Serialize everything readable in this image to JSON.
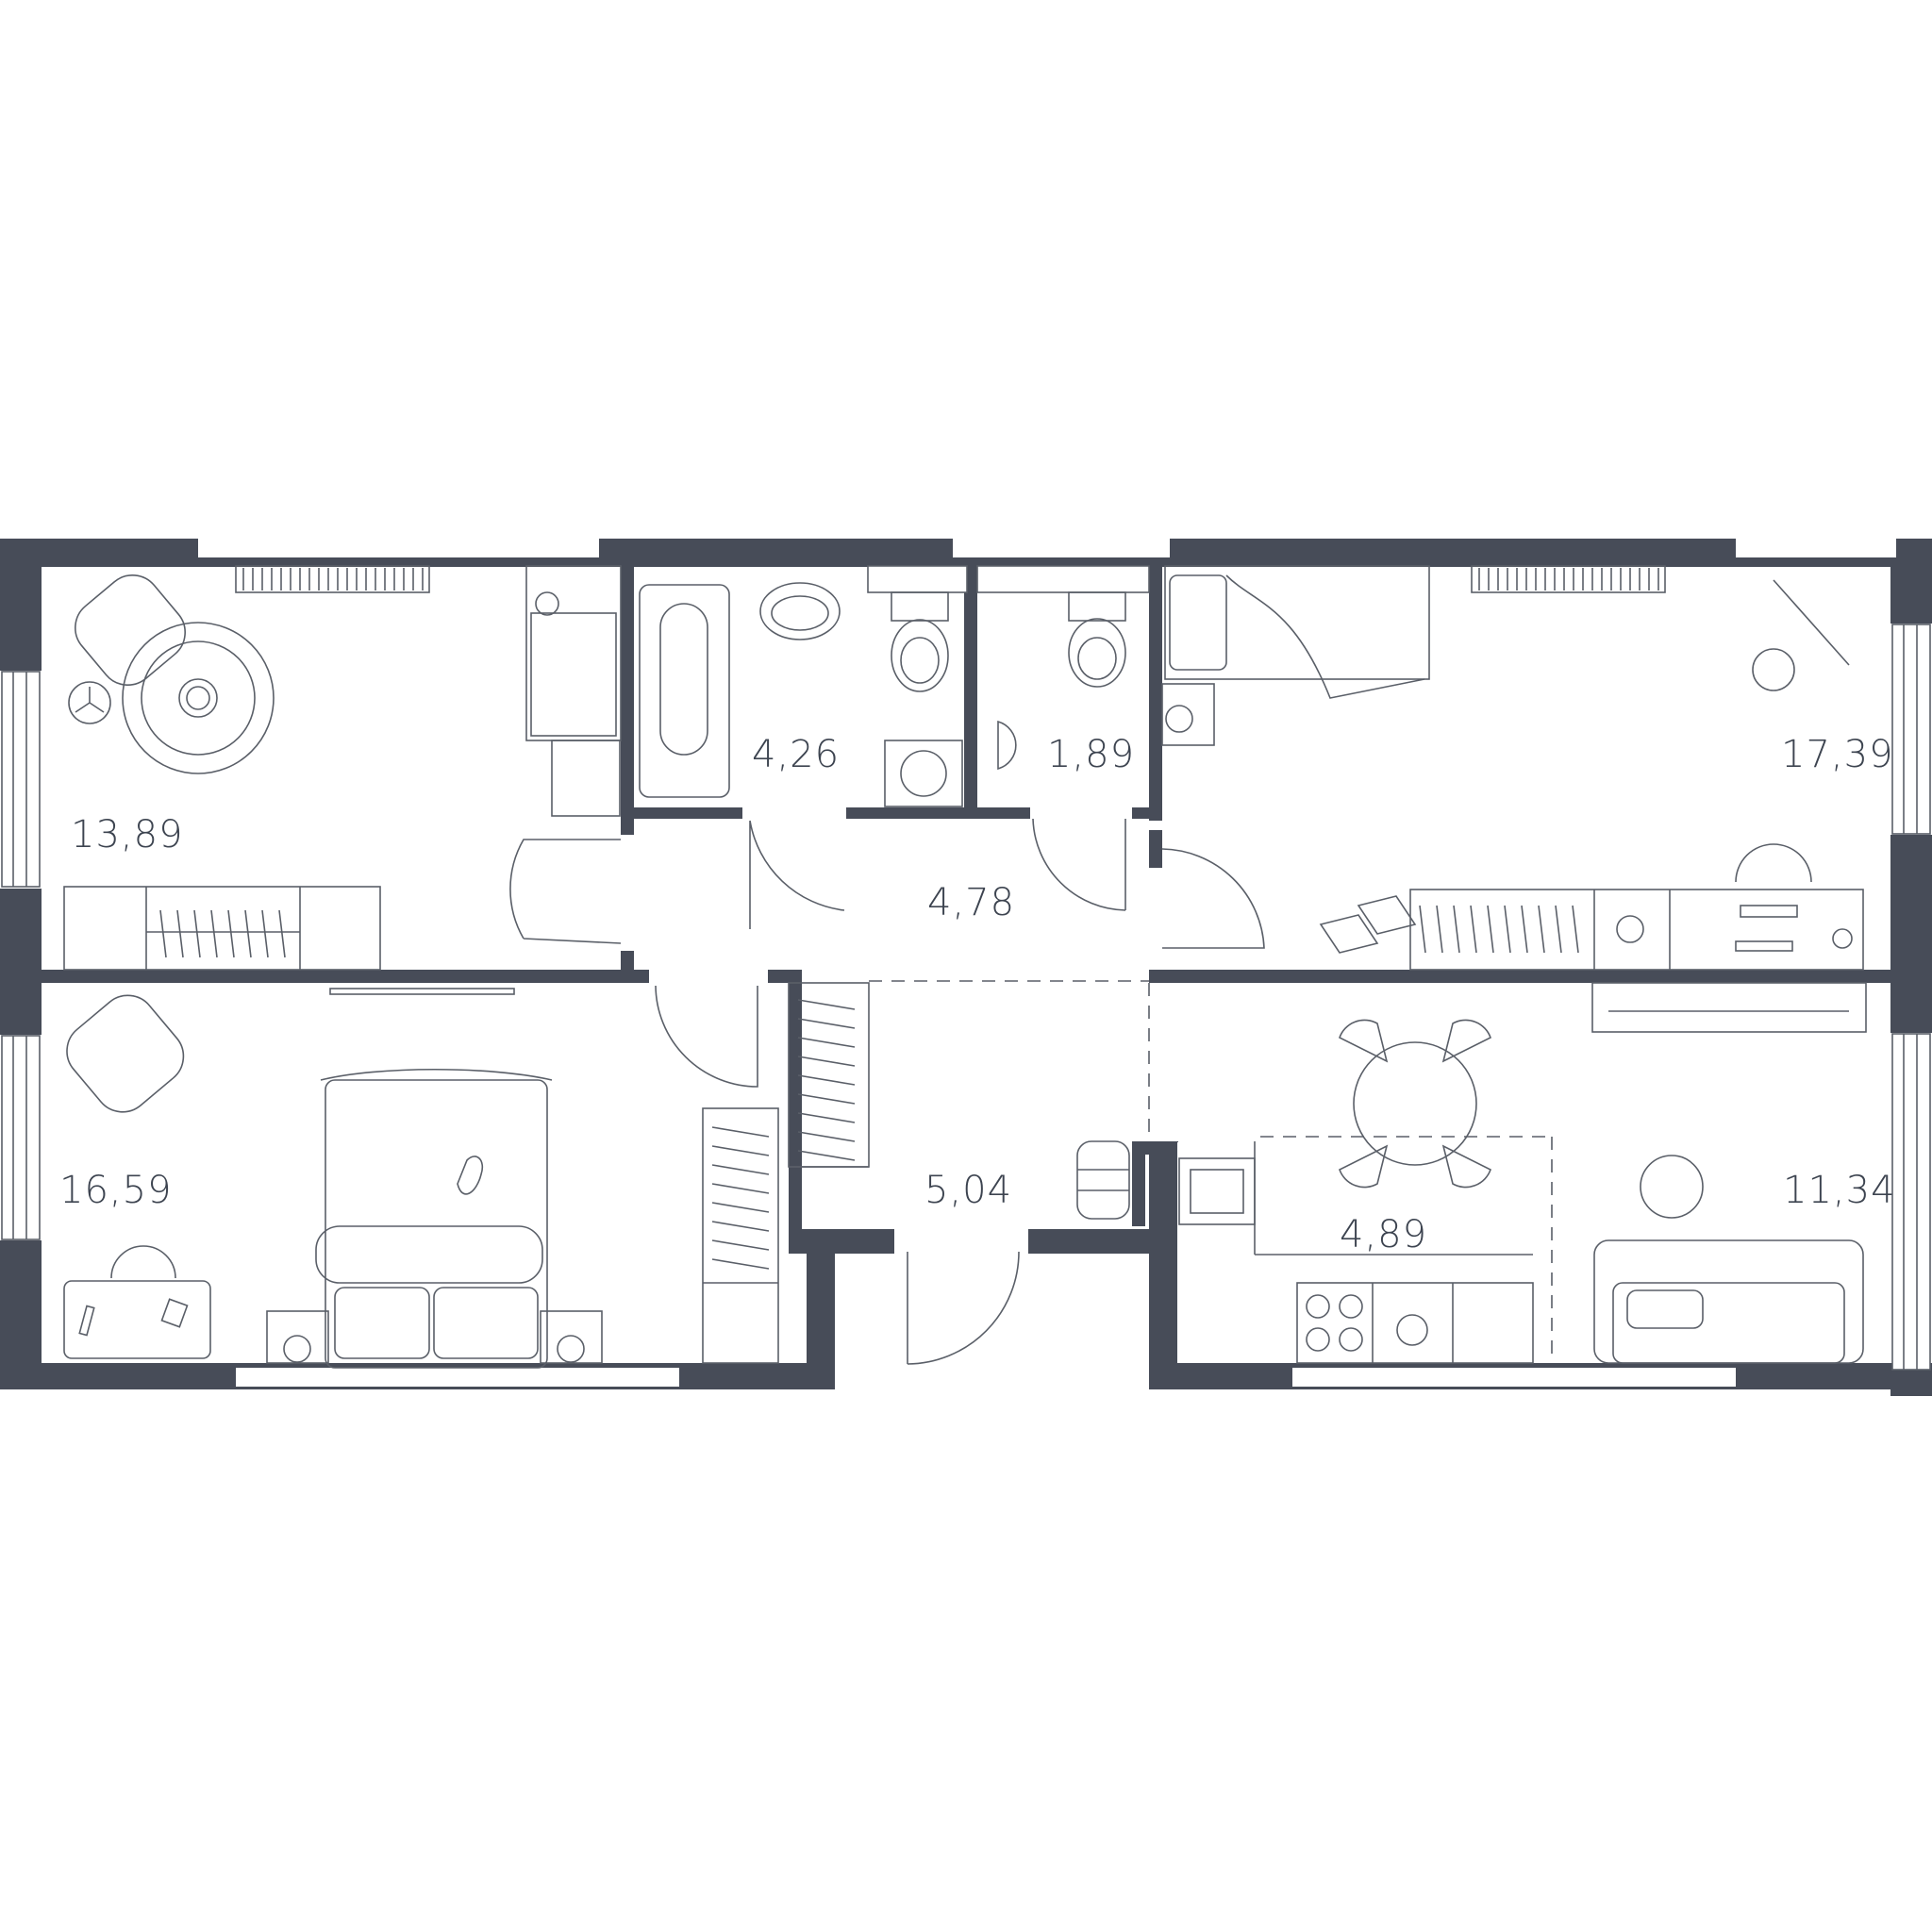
{
  "colors": {
    "wall": "#474c58",
    "line": "#5a5f68",
    "background": "#ffffff",
    "text": "#3d4450"
  },
  "rooms": [
    {
      "id": "bedroom-top-left",
      "area": "13,89"
    },
    {
      "id": "bathroom",
      "area": "4,26"
    },
    {
      "id": "wc",
      "area": "1,89"
    },
    {
      "id": "bedroom-top-right",
      "area": "17,39"
    },
    {
      "id": "corridor",
      "area": "4,78"
    },
    {
      "id": "bedroom-bottom-left",
      "area": "16,59"
    },
    {
      "id": "hallway",
      "area": "5,04"
    },
    {
      "id": "kitchen",
      "area": "4,89"
    },
    {
      "id": "living-room",
      "area": "11,34"
    }
  ]
}
